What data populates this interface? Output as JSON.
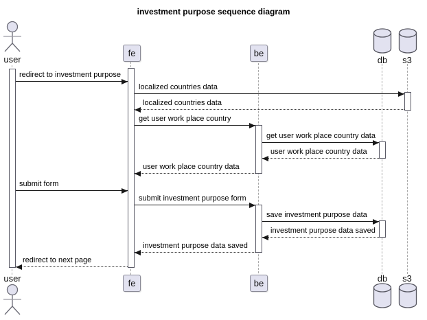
{
  "title": "investment purpose sequence diagram",
  "colors": {
    "participant_fill": "#E2E2F0",
    "participant_border": "#8a8a96",
    "lifeline": "#A8A8A8",
    "arrow": "#181818",
    "activation_fill": "#FFFFFF",
    "background": "#FFFFFF"
  },
  "participants": {
    "user": {
      "label": "user",
      "type": "actor"
    },
    "fe": {
      "label": "fe",
      "type": "participant"
    },
    "be": {
      "label": "be",
      "type": "participant"
    },
    "db": {
      "label": "db",
      "type": "database"
    },
    "s3": {
      "label": "s3",
      "type": "database"
    }
  },
  "messages": [
    {
      "from": "user",
      "to": "fe",
      "label": "redirect to investment purpose",
      "style": "solid"
    },
    {
      "from": "fe",
      "to": "s3",
      "label": "localized countries data",
      "style": "solid"
    },
    {
      "from": "s3",
      "to": "fe",
      "label": "localized countries data",
      "style": "dotted"
    },
    {
      "from": "fe",
      "to": "be",
      "label": "get user work place country",
      "style": "solid"
    },
    {
      "from": "be",
      "to": "db",
      "label": "get user work place country data",
      "style": "solid"
    },
    {
      "from": "db",
      "to": "be",
      "label": "user work place country data",
      "style": "dotted"
    },
    {
      "from": "be",
      "to": "fe",
      "label": "user work place country data",
      "style": "dotted"
    },
    {
      "from": "user",
      "to": "fe",
      "label": "submit form",
      "style": "solid"
    },
    {
      "from": "fe",
      "to": "be",
      "label": "submit investment purpose form",
      "style": "solid"
    },
    {
      "from": "be",
      "to": "db",
      "label": "save investment purpose data",
      "style": "solid"
    },
    {
      "from": "db",
      "to": "be",
      "label": "investment purpose data saved",
      "style": "dotted"
    },
    {
      "from": "be",
      "to": "fe",
      "label": "investment purpose data saved",
      "style": "dotted"
    },
    {
      "from": "fe",
      "to": "user",
      "label": "redirect to next page",
      "style": "dotted"
    }
  ]
}
